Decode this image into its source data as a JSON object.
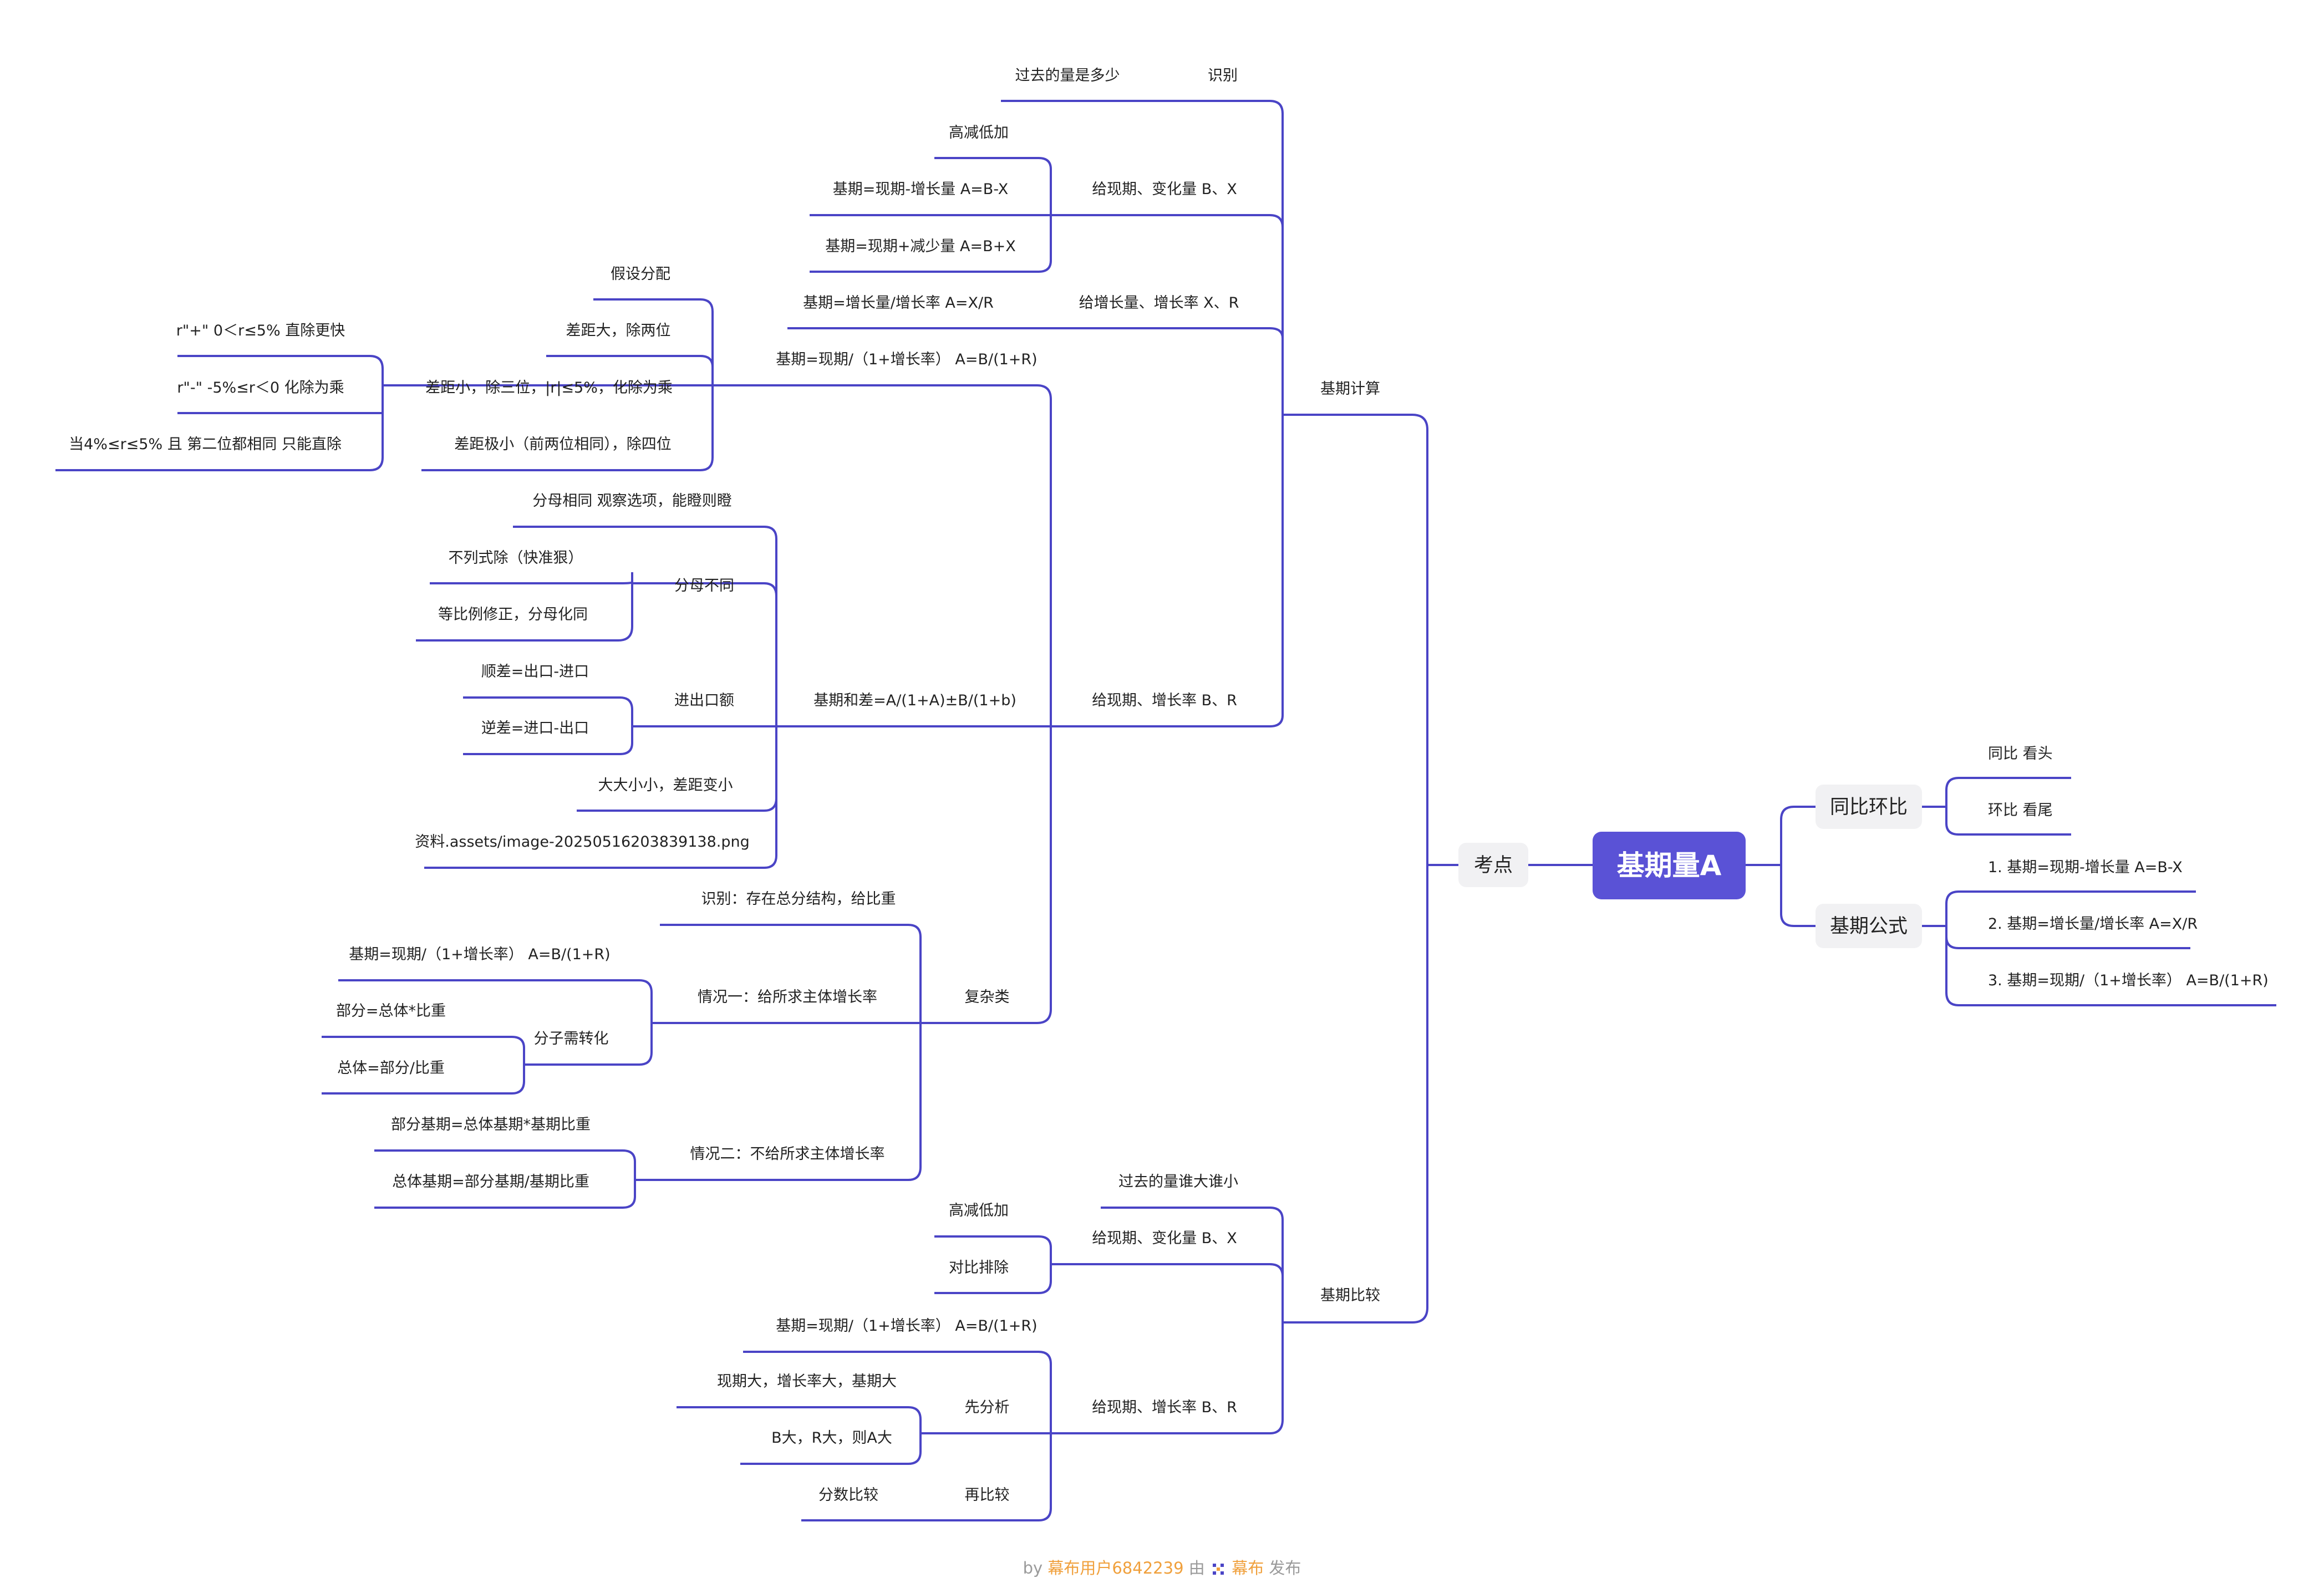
{
  "root": {
    "label": "基期量A"
  },
  "nodes": {
    "kaodian": "考点",
    "tongbi_huanbi": "同比环比",
    "tongbi": "同比 看头",
    "huanbi": "环比 看尾",
    "jiqi_gongshi": "基期公式",
    "gs1": "1. 基期=现期-增长量 A=B-X",
    "gs2": "2. 基期=增长量/增长率 A=X/R",
    "gs3": "3. 基期=现期/（1+增长率） A=B/(1+R)",
    "jiqi_jisuan": "基期计算",
    "shibie": "识别",
    "guoqu_duoshao": "过去的量是多少",
    "geixianqi_bx": "给现期、变化量 B、X",
    "gaojian_dijia": "高减低加",
    "jq_xq_zzl": "基期=现期-增长量 A=B-X",
    "jq_xq_jsl": "基期=现期+减少量 A=B+X",
    "geizzl_xr": "给增长量、增长率 X、R",
    "jq_zzl_zzlv": "基期=增长量/增长率 A=X/R",
    "geixianqi_br": "给现期、增长率 B、R",
    "jq_xq_1r": "基期=现期/（1+增长率） A=B/(1+R)",
    "jiashe_fenpei": "假设分配",
    "chajuda": "差距大，除两位",
    "chajuxiao": "差距小，除三位，|r|≤5%，化除为乘",
    "r_plus": "r\"+\" 0＜r≤5% 直除更快",
    "r_minus": "r\"-\" -5%≤r＜0 化除为乘",
    "r_4_5": "当4%≤r≤5% 且 第二位都相同 只能直除",
    "chajujixiao": "差距极小（前两位相同），除四位",
    "jiqi_hecha": "基期和差=A/(1+A)±B/(1+b)",
    "fenmu_xiangtong": "分母相同 观察选项，能瞪则瞪",
    "fenmu_butong": "分母不同",
    "bulieshi": "不列式除（快准狠）",
    "dengbili": "等比例修正，分母化同",
    "jinchukou": "进出口额",
    "shuncha": "顺差=出口-进口",
    "nicha": "逆差=进口-出口",
    "dadaxiaoxiao": "大大小小，差距变小",
    "ziliao": "资料.assets/image-20250516203839138.png",
    "fuzalei": "复杂类",
    "shibie_zongfen": "识别：存在总分结构，给比重",
    "qingkuang1": "情况一：给所求主体增长率",
    "fz_jq_xq": "基期=现期/（1+增长率） A=B/(1+R)",
    "fenzi_zhuanhua": "分子需转化",
    "bufen_zongti": "部分=总体*比重",
    "zongti_bufen": "总体=部分/比重",
    "qingkuang2": "情况二：不给所求主体增长率",
    "bufen_jiqi": "部分基期=总体基期*基期比重",
    "zongti_jiqi": "总体基期=部分基期/基期比重",
    "jiqi_bijiao": "基期比较",
    "guoqu_shuida": "过去的量谁大谁小",
    "bj_geixianqi_bx": "给现期、变化量 B、X",
    "bj_gaojian": "高减低加",
    "duibi_paichu": "对比排除",
    "bj_geixianqi_br": "给现期、增长率 B、R",
    "bj_jq_xq": "基期=现期/（1+增长率） A=B/(1+R)",
    "xian_fenxi": "先分析",
    "xianqida": "现期大，增长率大，基期大",
    "bdarda": "B大，R大，则A大",
    "zai_bijiao": "再比较",
    "fenshu_bijiao": "分数比较"
  },
  "footer": {
    "by": "by",
    "user": "幕布用户6842239",
    "you": "由",
    "brand": "幕布",
    "publish": "发布"
  },
  "colors": {
    "line": "#4a44c6",
    "root": "#5a52d6",
    "pill": "#f1f1f3",
    "footer_highlight": "#f0a03c"
  }
}
